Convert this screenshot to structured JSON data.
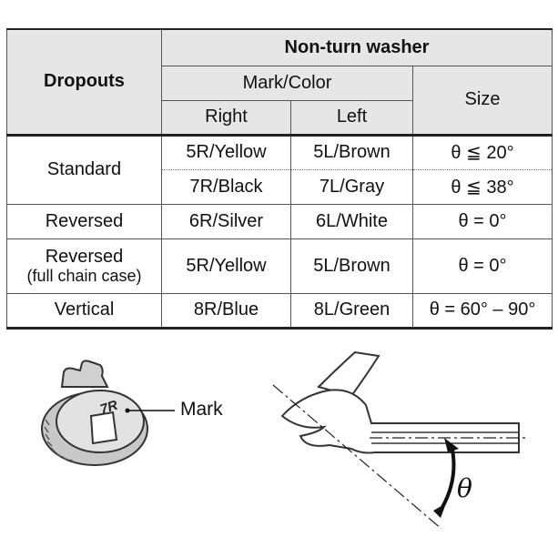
{
  "table": {
    "header": {
      "dropouts": "Dropouts",
      "group": "Non-turn washer",
      "mark_color": "Mark/Color",
      "size": "Size",
      "right": "Right",
      "left": "Left"
    },
    "rows": [
      {
        "dropout": "Standard",
        "right": "5R/Yellow",
        "left": "5L/Brown",
        "size": "θ ≦ 20°"
      },
      {
        "dropout": "",
        "right": "7R/Black",
        "left": "7L/Gray",
        "size": "θ ≦ 38°"
      },
      {
        "dropout": "Reversed",
        "right": "6R/Silver",
        "left": "6L/White",
        "size": "θ = 0°"
      },
      {
        "dropout": "Reversed",
        "dropout_note": "(full chain case)",
        "right": "5R/Yellow",
        "left": "5L/Brown",
        "size": "θ = 0°"
      },
      {
        "dropout": "Vertical",
        "right": "8R/Blue",
        "left": "8L/Green",
        "size": "θ = 60° – 90°"
      }
    ]
  },
  "illustration": {
    "washer_mark_text": "7R",
    "mark_label": "Mark",
    "angle_label": "θ"
  }
}
